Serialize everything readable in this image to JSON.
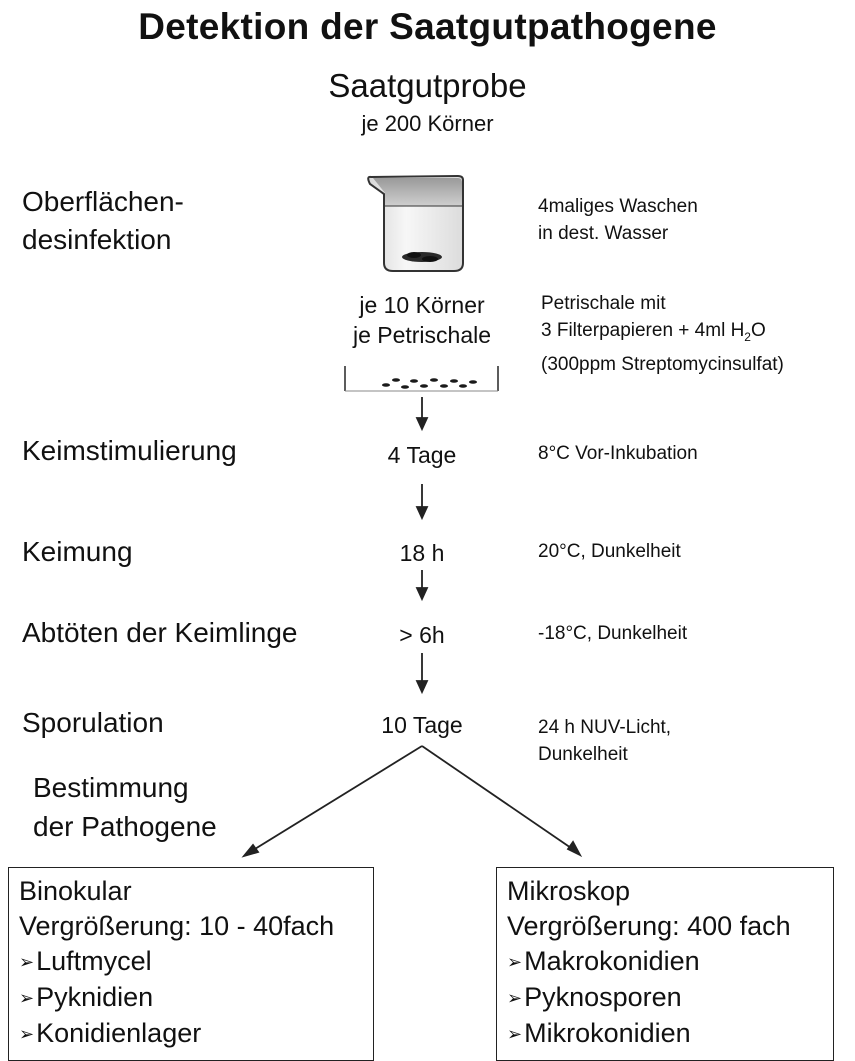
{
  "title": "Detektion der Saatgutpathogene",
  "sample": {
    "label": "Saatgutprobe",
    "count": "je 200 Körner"
  },
  "steps": [
    {
      "name_lines": [
        "Oberflächen-",
        "desinfektion"
      ],
      "middle": [
        "je 10 Körner",
        "je Petrischale"
      ],
      "note_lines": [
        "4maliges Waschen",
        "in dest. Wasser"
      ]
    },
    {
      "name_lines": [],
      "middle": [],
      "note_lines": [
        "Petrischale mit",
        "3 Filterpapieren + 4ml H",
        "2",
        "O",
        "(300ppm Streptomycinsulfat)"
      ]
    },
    {
      "name_lines": [
        "Keimstimulierung"
      ],
      "middle": [
        "4 Tage"
      ],
      "note_lines": [
        "8°C Vor-Inkubation"
      ]
    },
    {
      "name_lines": [
        "Keimung"
      ],
      "middle": [
        "18 h"
      ],
      "note_lines": [
        "20°C, Dunkelheit"
      ]
    },
    {
      "name_lines": [
        "Abtöten der Keimlinge"
      ],
      "middle": [
        "> 6h"
      ],
      "note_lines": [
        "-18°C, Dunkelheit"
      ]
    },
    {
      "name_lines": [
        "Sporulation"
      ],
      "middle": [
        "10 Tage"
      ],
      "note_lines": [
        "24 h NUV-Licht,",
        "Dunkelheit"
      ]
    }
  ],
  "determination": [
    "Bestimmung",
    "der Pathogene"
  ],
  "left_box": {
    "title": "Binokular",
    "magnification": "Vergrößerung: 10 - 40fach",
    "items": [
      "Luftmycel",
      "Pyknidien",
      "Konidienlager"
    ]
  },
  "right_box": {
    "title": "Mikroskop",
    "magnification": "Vergrößerung: 400 fach",
    "items": [
      "Makrokonidien",
      "Pyknosporen",
      "Mikrokonidien"
    ]
  },
  "bullet_glyph": "➢"
}
